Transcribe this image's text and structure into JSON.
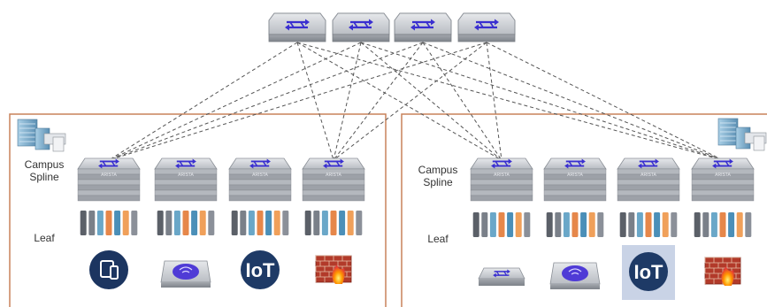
{
  "diagram": {
    "spine_tier": {
      "switch_count": 4,
      "icon": "spine-switch-icon"
    },
    "pods": [
      {
        "name": "pod-left",
        "tier_labels": {
          "spline_line1": "Campus",
          "spline_line2": "Spline",
          "leaf": "Leaf"
        },
        "server_icon": "server-rack-icon",
        "campus_switch_brand": "ARISTA",
        "campus_switch_count": 4,
        "leaf_icon": "leaf-switch-module-icon",
        "endpoints": [
          {
            "icon": "mobile-devices-icon"
          },
          {
            "icon": "wifi-access-point-icon"
          },
          {
            "icon": "iot-icon",
            "text": "IoT"
          },
          {
            "icon": "firewall-icon"
          }
        ]
      },
      {
        "name": "pod-right",
        "tier_labels": {
          "spline_line1": "Campus",
          "spline_line2": "Spline",
          "leaf": "Leaf"
        },
        "server_icon": "server-rack-icon",
        "campus_switch_brand": "ARISTA",
        "campus_switch_count": 4,
        "leaf_icon": "leaf-switch-module-icon",
        "endpoints": [
          {
            "icon": "small-switch-icon"
          },
          {
            "icon": "wifi-access-point-icon"
          },
          {
            "icon": "iot-icon",
            "text": "IoT",
            "highlighted": true
          },
          {
            "icon": "firewall-icon"
          }
        ]
      }
    ],
    "colors": {
      "pod_border": "#c8825a",
      "switch_body": "#b8bcc2",
      "switch_arrows": "#3a2fd0",
      "link_dash": "#555555",
      "iot_circle": "#1e3a66"
    }
  }
}
